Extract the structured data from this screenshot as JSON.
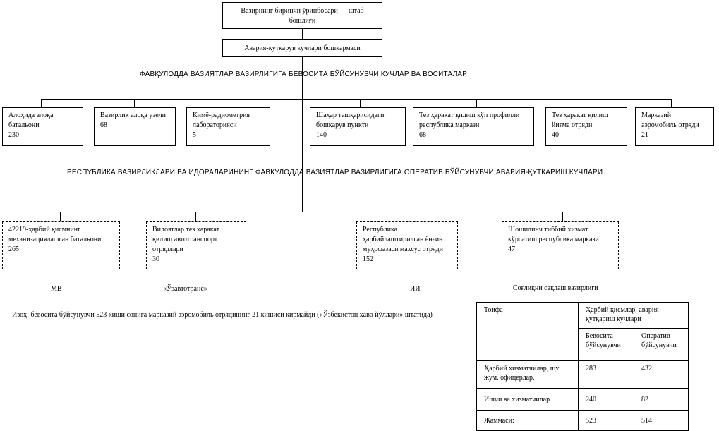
{
  "top": {
    "head": "Вазирнинг биринчи ўринбосари — штаб бошлиғи",
    "directorate": "Авария-қутқарув кучлари бошқармаси"
  },
  "section1": {
    "title": "ФАВҚУЛОДДА ВАЗИЯТЛАР ВАЗИРЛИГИГА БЕВОСИТА БЎЙСУНУВЧИ КУЧЛАР ВА ВОСИТАЛАР",
    "units": [
      {
        "name": "Алоҳида алоқа батальони",
        "count": "230"
      },
      {
        "name": "Вазирлик алоқа узели",
        "count": "68"
      },
      {
        "name": "Кимё-радиометрия лабораторияси",
        "count": "5"
      },
      {
        "name": "Шаҳар ташқарисидаги бошқарув пункти",
        "count": "140"
      },
      {
        "name": "Тез ҳаракат қилиш кўп профилли республика маркази",
        "count": "68"
      },
      {
        "name": "Тез ҳаракат қилиш йиғма отряди",
        "count": "40"
      },
      {
        "name": "Марказий аэромобиль отряди",
        "count": "21"
      }
    ]
  },
  "section2": {
    "title": "РЕСПУБЛИКА ВАЗИРЛИКЛАРИ ВА ИДОРАЛАРИНИНГ ФАВҚУЛОДДА ВАЗИЯТЛАР ВАЗИРЛИГИГА ОПЕРАТИВ БЎЙСУНУВЧИ АВАРИЯ-ҚУТҚАРИШ КУЧЛАРИ",
    "units": [
      {
        "name": "42219-ҳарбий қисмнинг механизациялашган батальони",
        "count": "265",
        "dept": "МВ"
      },
      {
        "name": "Вилоятлар тез ҳаракат қилиш автотранспорт отрядлари",
        "count": "30",
        "dept": "«Ўзавтотранс»"
      },
      {
        "name": "Республика ҳарбийлаштирилган ёнғин муҳофазаси махсус отряди",
        "count": "152",
        "dept": "ИИ"
      },
      {
        "name": "Шошилинч тиббий хизмат кўрсатиш республика маркази",
        "count": "47",
        "dept": "Соғлиқни сақлаш вазирлиги"
      }
    ]
  },
  "note": "Изоҳ: бевосита бўйсунувчи 523 киши сонига марказий аэромобиль отрядининг 21 кишиси кирмайди («Ўзбекистон ҳаво йўллари» штатида)",
  "table": {
    "col_category": "Тоифа",
    "col_group": "Ҳарбий қисмлар, авария-қутқариш кучлари",
    "col_direct": "Бевосита бўйсунувчи",
    "col_operative": "Оператив бўйсунувчи",
    "rows": [
      {
        "label": "Ҳарбий хизматчилар, шу жум. офицерлар.",
        "direct": "283",
        "operative": "432"
      },
      {
        "label": "Ишчи ва хизматчилар",
        "direct": "240",
        "operative": "82"
      },
      {
        "label": "Жаммаси:",
        "direct": "523",
        "operative": "514"
      }
    ]
  }
}
